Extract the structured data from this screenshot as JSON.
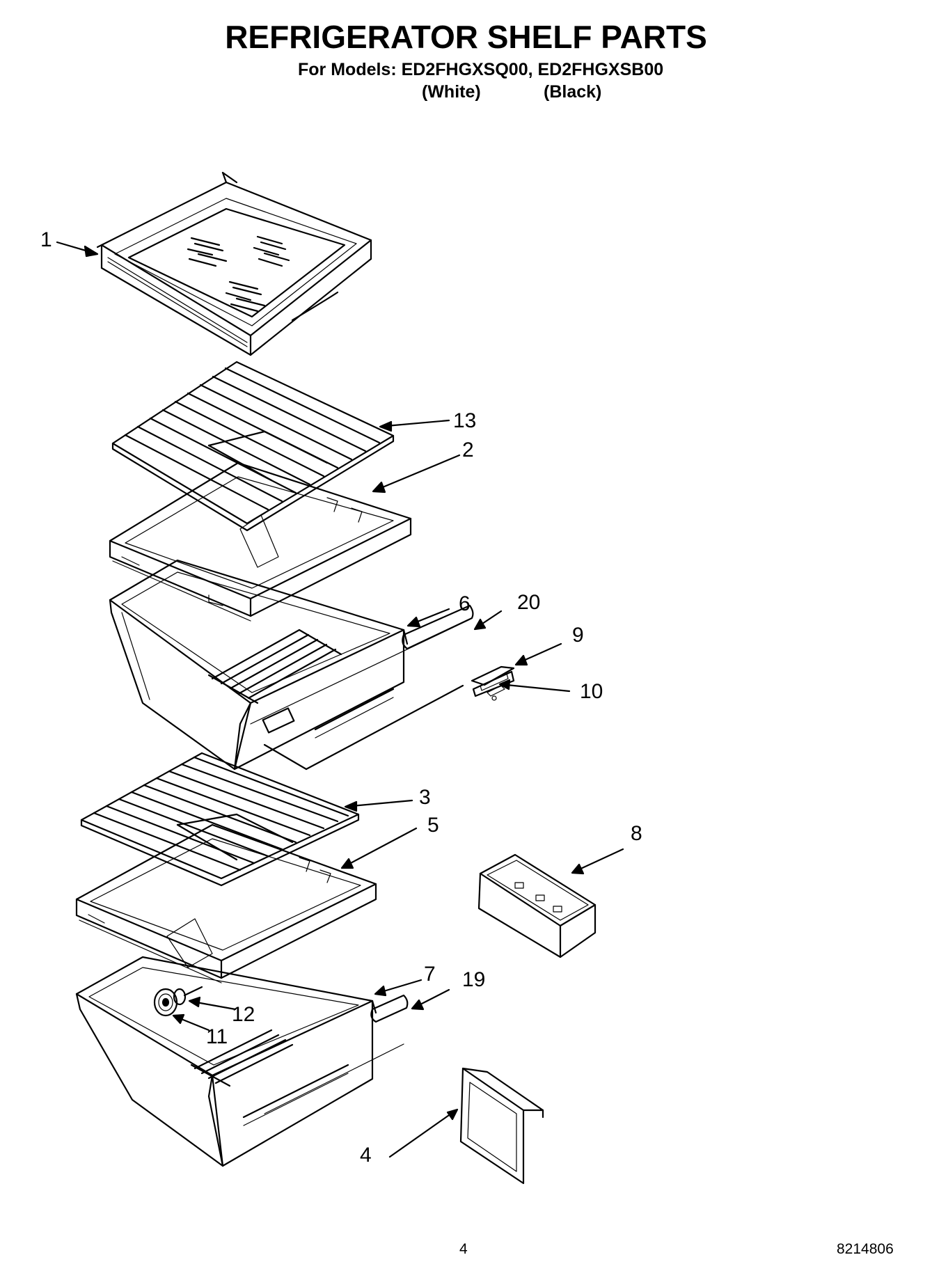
{
  "header": {
    "title": "REFRIGERATOR SHELF PARTS",
    "models_line": "For Models: ED2FHGXSQ00, ED2FHGXSB00",
    "variant_white": "(White)",
    "variant_black": "(Black)"
  },
  "callouts": {
    "c1": "1",
    "c2": "2",
    "c3": "3",
    "c4": "4",
    "c5": "5",
    "c6": "6",
    "c7": "7",
    "c8": "8",
    "c9": "9",
    "c10": "10",
    "c11": "11",
    "c12": "12",
    "c13": "13",
    "c19": "19",
    "c20": "20"
  },
  "footer": {
    "page_number": "4",
    "document_number": "8214806"
  }
}
